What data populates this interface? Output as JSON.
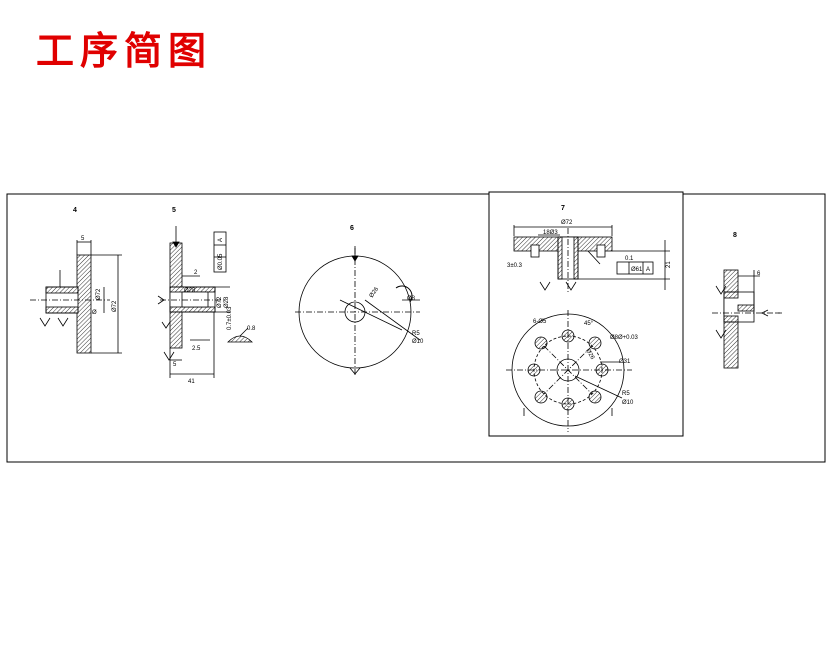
{
  "title": "工序简图",
  "colors": {
    "title": "#e00000",
    "line": "#000000"
  },
  "steps": [
    {
      "number": "4",
      "dims": [
        "5",
        "Ø72",
        "Ø72",
        "Ø"
      ]
    },
    {
      "number": "5",
      "dims": [
        "Ø0.05",
        "A",
        "2",
        "Ø28",
        "Ø72",
        "Ø28",
        "0.7±0.03",
        "2.5",
        "5",
        "41",
        "0.8"
      ]
    },
    {
      "number": "6",
      "dims": [
        "Ø26",
        "Ø8",
        "R5",
        "Ø10"
      ]
    },
    {
      "number": "7",
      "dims": [
        "Ø72",
        "18Ø3",
        "3±0.3",
        "Ø61",
        "A",
        "0.1",
        "21",
        "6-Ø5",
        "Ø8Ø+0.03",
        "Ø26",
        "45°",
        "R5",
        "Ø10",
        "Ø31"
      ]
    },
    {
      "number": "8",
      "dims": [
        "6"
      ]
    }
  ]
}
